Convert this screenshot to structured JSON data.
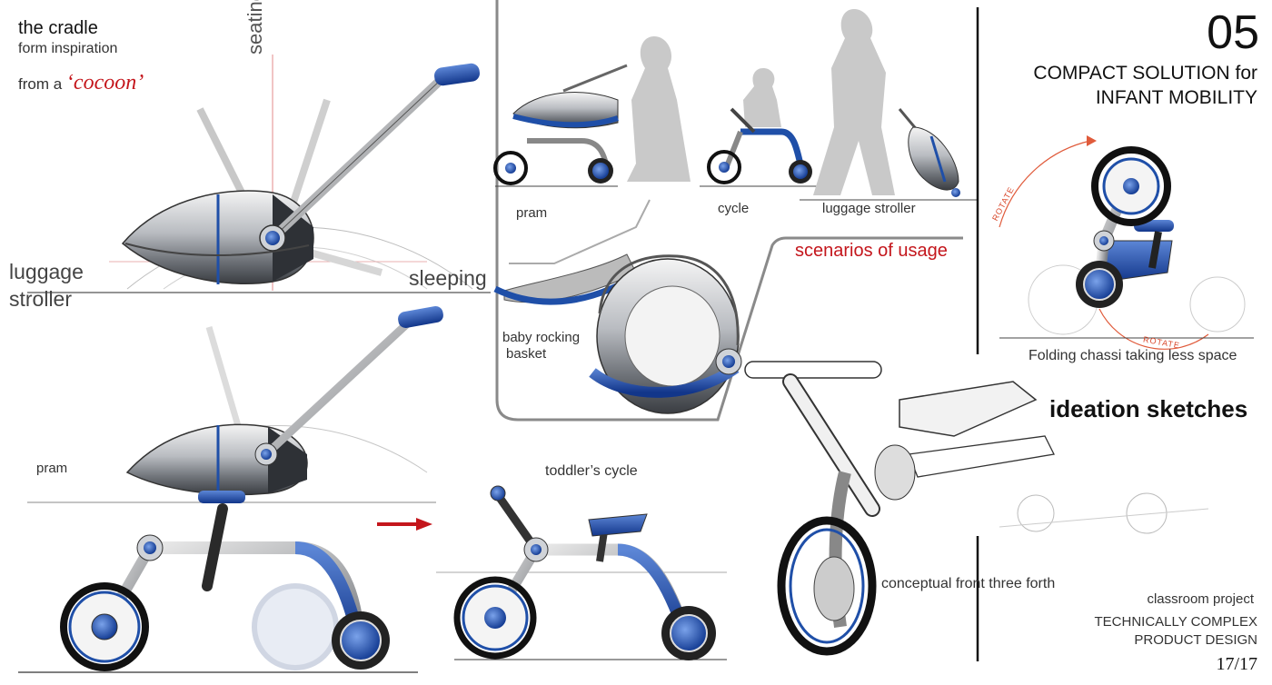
{
  "header": {
    "sheet_number": "05",
    "title_line1": "COMPACT SOLUTION for",
    "title_line2": "INFANT MOBILITY"
  },
  "inspiration": {
    "title": "the cradle",
    "subtitle": "form inspiration",
    "from_prefix": "from a",
    "cocoon": "‘cocoon’"
  },
  "main_sketch_labels": {
    "seating": "seating",
    "luggage_line1": "luggage",
    "luggage_line2": "stroller",
    "sleeping": "sleeping",
    "pram": "pram"
  },
  "scenarios": {
    "heading": "scenarios of usage",
    "pram": "pram",
    "cycle": "cycle",
    "luggage": "luggage stroller",
    "rocking_line1": "baby rocking",
    "rocking_line2": "basket"
  },
  "folding": {
    "rotate_top": "ROTATE",
    "rotate_bottom": "ROTATE",
    "caption": "Folding chassi taking less space"
  },
  "ideation": {
    "heading": "ideation sketches",
    "conceptual": "conceptual front three forth"
  },
  "toddler": {
    "label": "toddler’s cycle"
  },
  "footer": {
    "line1": "classroom project",
    "line2": "TECHNICALLY COMPLEX",
    "line3": "PRODUCT DESIGN",
    "page": "17/17"
  },
  "colors": {
    "accent_blue": "#1f4fa8",
    "accent_red": "#c4161c",
    "metal_grey": "#8a8d92",
    "silhouette_grey": "#c9c9c9"
  }
}
